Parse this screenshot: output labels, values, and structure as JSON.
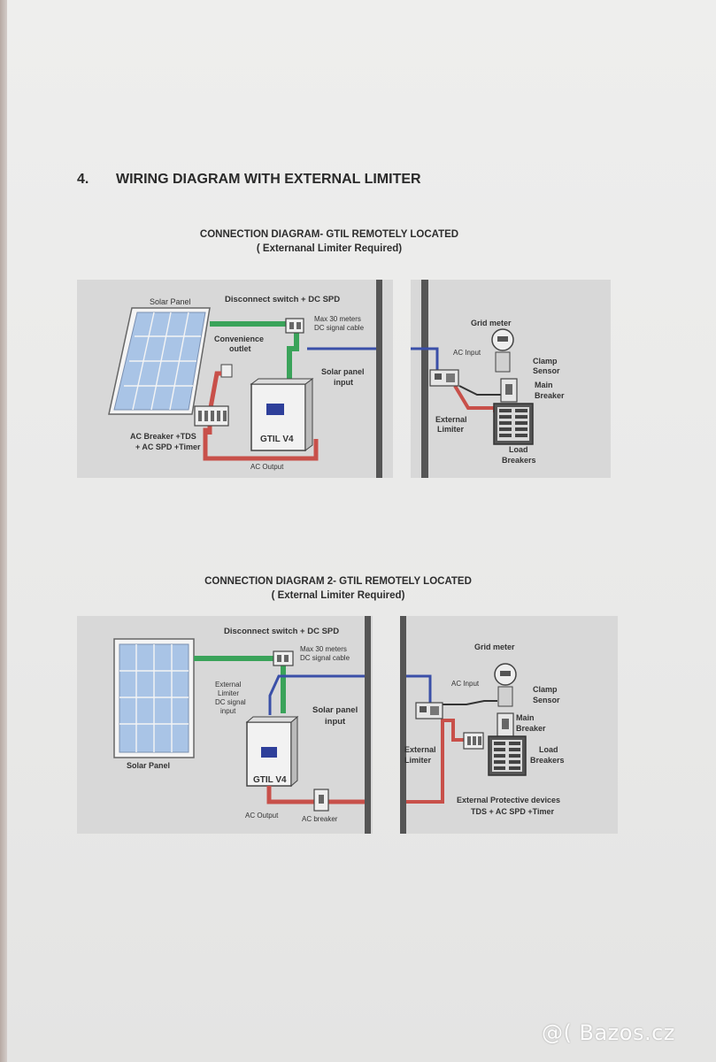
{
  "section": {
    "number": "4.",
    "title": "WIRING DIAGRAM WITH EXTERNAL LIMITER"
  },
  "diagram1": {
    "caption": "CONNECTION DIAGRAM- GTIL REMOTELY LOCATED",
    "subcaption": "( Externanal Limiter Required)",
    "left": {
      "solar_panel": "Solar Panel",
      "disconnect": "Disconnect switch + DC SPD",
      "max_cable_1": "Max 30 meters",
      "max_cable_2": "DC signal cable",
      "convenience_1": "Convenience",
      "convenience_2": "outlet",
      "solar_input_1": "Solar panel",
      "solar_input_2": "input",
      "ac_breaker_1": "AC Breaker +TDS",
      "ac_breaker_2": "+ AC SPD +Timer",
      "inverter": "GTIL V4",
      "ac_output": "AC Output"
    },
    "right": {
      "grid_meter": "Grid meter",
      "ac_input": "AC Input",
      "clamp_1": "Clamp",
      "clamp_2": "Sensor",
      "main_1": "Main",
      "main_2": "Breaker",
      "external_1": "External",
      "external_2": "Limiter",
      "load_1": "Load",
      "load_2": "Breakers"
    }
  },
  "diagram2": {
    "caption": "CONNECTION DIAGRAM 2- GTIL REMOTELY LOCATED",
    "subcaption": "( External Limiter Required)",
    "left": {
      "disconnect": "Disconnect switch + DC SPD",
      "max_cable_1": "Max 30 meters",
      "max_cable_2": "DC signal cable",
      "ext_dc_1": "External",
      "ext_dc_2": "Limiter",
      "ext_dc_3": "DC signal",
      "ext_dc_4": "input",
      "solar_input_1": "Solar panel",
      "solar_input_2": "input",
      "solar_panel": "Solar Panel",
      "inverter": "GTIL V4",
      "ac_output": "AC Output",
      "ac_breaker": "AC breaker"
    },
    "right": {
      "grid_meter": "Grid meter",
      "ac_input": "AC Input",
      "clamp_1": "Clamp",
      "clamp_2": "Sensor",
      "main_1": "Main",
      "main_2": "Breaker",
      "external_1": "External",
      "external_2": "Limiter",
      "load_1": "Load",
      "load_2": "Breakers",
      "protective_1": "External Protective devices",
      "protective_2": "TDS + AC SPD +Timer"
    }
  },
  "watermark": "@( Bazos.cz",
  "colors": {
    "dc_wire": "#3aa35a",
    "signal_wire": "#3a4fa8",
    "ac_wire": "#c8504a",
    "panel_cell": "#a9c4e6",
    "background": "#d8d8d8"
  }
}
